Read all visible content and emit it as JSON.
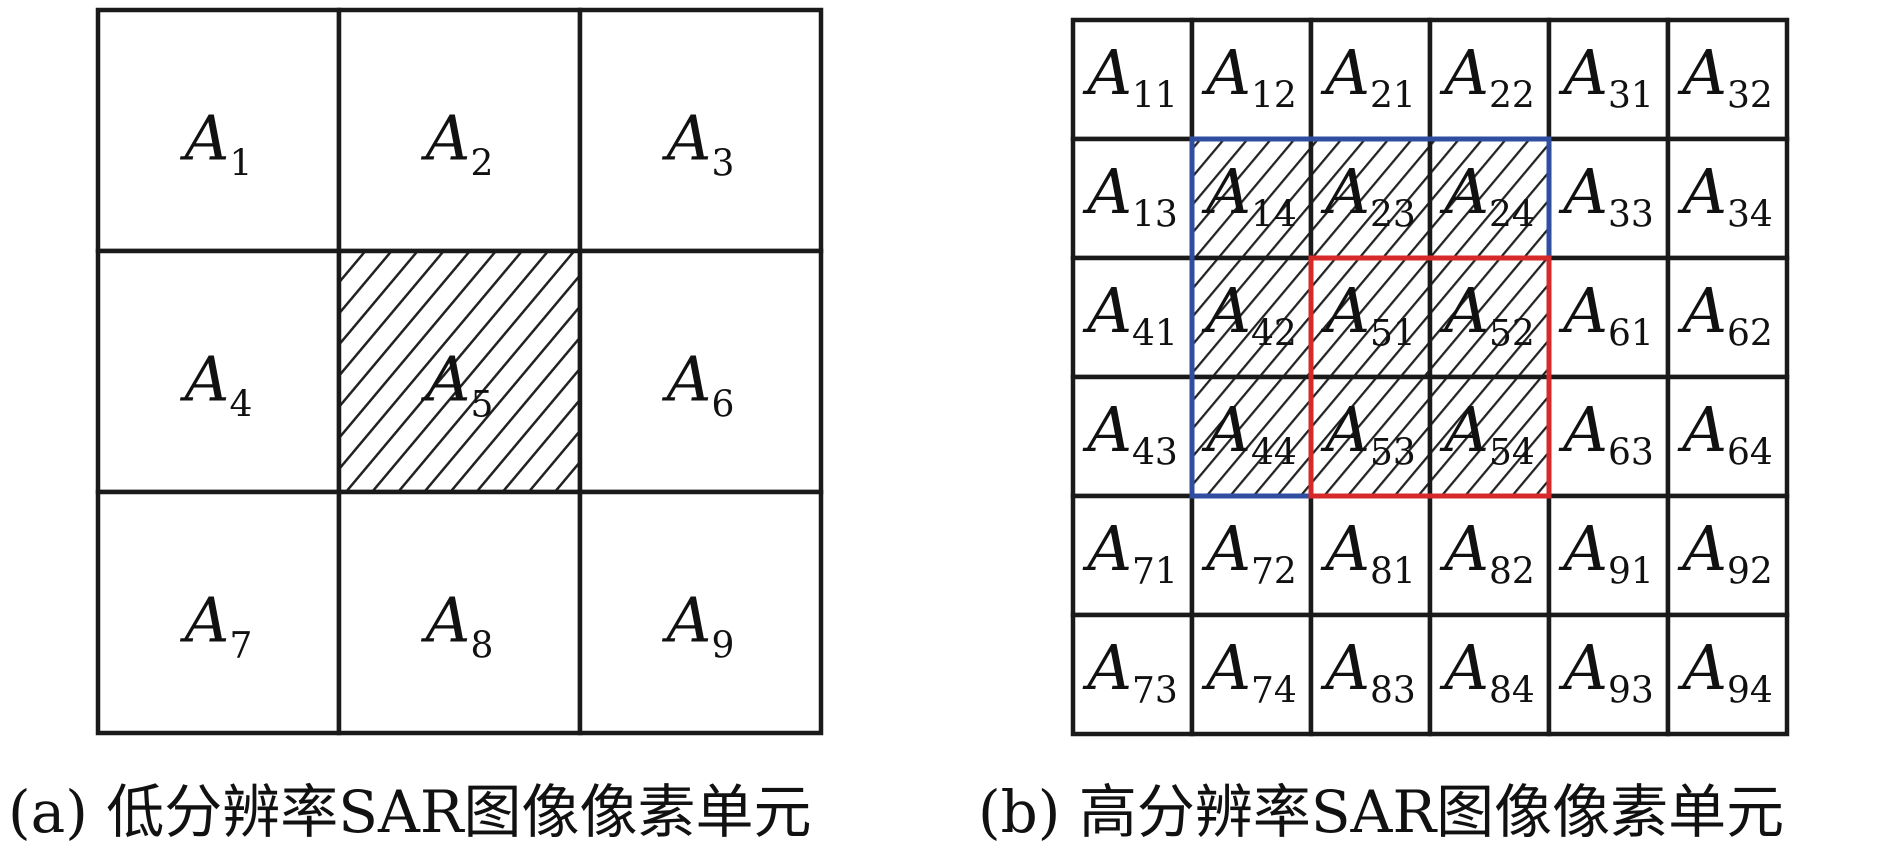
{
  "panel_a": {
    "letter": "A",
    "subscripts": [
      "1",
      "2",
      "3",
      "4",
      "5",
      "6",
      "7",
      "8",
      "9"
    ],
    "hatched_cells": [
      4
    ],
    "caption": "(a) 低分辨率SAR图像像素单元"
  },
  "panel_b": {
    "letter": "A",
    "subscripts": [
      "11",
      "12",
      "21",
      "22",
      "31",
      "32",
      "13",
      "14",
      "23",
      "24",
      "33",
      "34",
      "41",
      "42",
      "51",
      "52",
      "61",
      "62",
      "43",
      "44",
      "53",
      "54",
      "63",
      "64",
      "71",
      "72",
      "81",
      "82",
      "91",
      "92",
      "73",
      "74",
      "83",
      "84",
      "93",
      "94"
    ],
    "hatched_cells": [
      7,
      8,
      9,
      13,
      14,
      15,
      19,
      20,
      21
    ],
    "caption": "(b) 高分辨率SAR图像像素单元"
  },
  "colors": {
    "grid": "#1a1a1a",
    "blue_box": "#2f4ea0",
    "red_box": "#d62a2a",
    "hatch": "#222222"
  }
}
